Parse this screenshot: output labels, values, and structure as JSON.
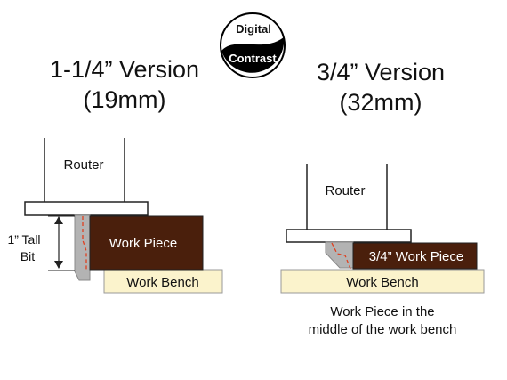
{
  "logo": {
    "line1": "Digital",
    "line2": "Contrast"
  },
  "left": {
    "title_line1": "1-1/4” Version",
    "title_line2": "(19mm)",
    "router_label": "Router",
    "bit_label_line1": "1” Tall",
    "bit_label_line2": "Bit",
    "work_piece_label": "Work Piece",
    "work_bench_label": "Work Bench"
  },
  "right": {
    "title_line1": "3/4” Version",
    "title_line2": "(32mm)",
    "router_label": "Router",
    "work_piece_label": "3/4” Work Piece",
    "work_bench_label": "Work Bench",
    "note_line1": "Work Piece in the",
    "note_line2": "middle of the work bench"
  },
  "colors": {
    "work_piece": "#4a1f0c",
    "work_bench": "#fbf3cc",
    "bit": "#b3b3b3",
    "cut_line": "#e04020",
    "outline": "#222222"
  }
}
